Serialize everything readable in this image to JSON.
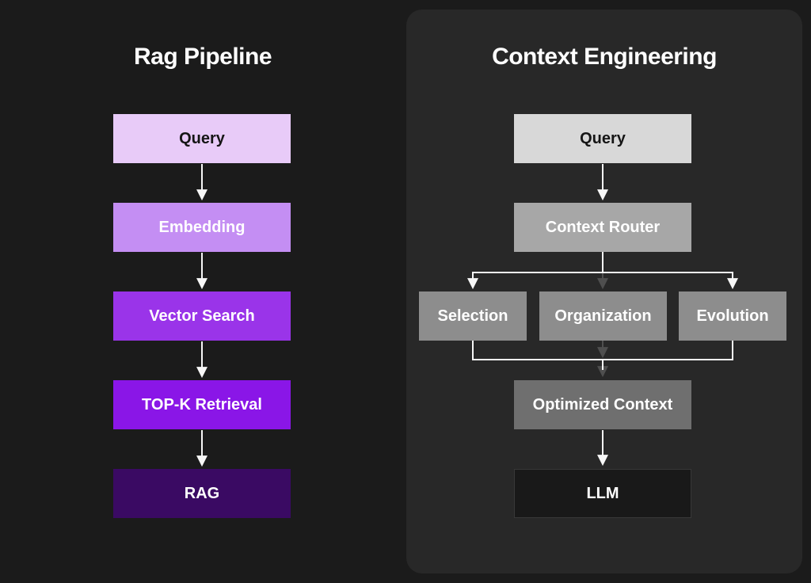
{
  "colors": {
    "page_bg": "#1b1b1b",
    "panel_bg": "#282828",
    "line_white": "#f7f7f7",
    "line_gray": "#4f4f4f"
  },
  "left": {
    "title": "Rag Pipeline",
    "nodes": [
      {
        "label": "Query",
        "bg": "#e8cbf8",
        "fg": "#161616"
      },
      {
        "label": "Embedding",
        "bg": "#c48ef3",
        "fg": "#ffffff"
      },
      {
        "label": "Vector Search",
        "bg": "#9a34e9",
        "fg": "#ffffff"
      },
      {
        "label": "TOP-K Retrieval",
        "bg": "#8a16e7",
        "fg": "#ffffff"
      },
      {
        "label": "RAG",
        "bg": "#3a0a63",
        "fg": "#ffffff"
      }
    ],
    "edges": [
      "Query->Embedding",
      "Embedding->Vector Search",
      "Vector Search->TOP-K Retrieval",
      "TOP-K Retrieval->RAG"
    ]
  },
  "right": {
    "title": "Context Engineering",
    "nodes": {
      "query": {
        "label": "Query",
        "bg": "#d8d8d8",
        "fg": "#161616"
      },
      "router": {
        "label": "Context Router",
        "bg": "#a7a7a7",
        "fg": "#ffffff"
      },
      "selection": {
        "label": "Selection",
        "bg": "#8d8d8d",
        "fg": "#ffffff"
      },
      "organization": {
        "label": "Organization",
        "bg": "#8d8d8d",
        "fg": "#ffffff"
      },
      "evolution": {
        "label": "Evolution",
        "bg": "#8d8d8d",
        "fg": "#ffffff"
      },
      "optimized": {
        "label": "Optimized Context",
        "bg": "#6f6f6f",
        "fg": "#ffffff"
      },
      "llm": {
        "label": "LLM",
        "bg": "#191919",
        "fg": "#ffffff"
      }
    },
    "edges": [
      "Query->Context Router",
      "Context Router->Selection",
      "Context Router->Organization",
      "Context Router->Evolution",
      "Selection->Optimized Context",
      "Organization->Optimized Context",
      "Evolution->Optimized Context",
      "Optimized Context->LLM"
    ]
  }
}
